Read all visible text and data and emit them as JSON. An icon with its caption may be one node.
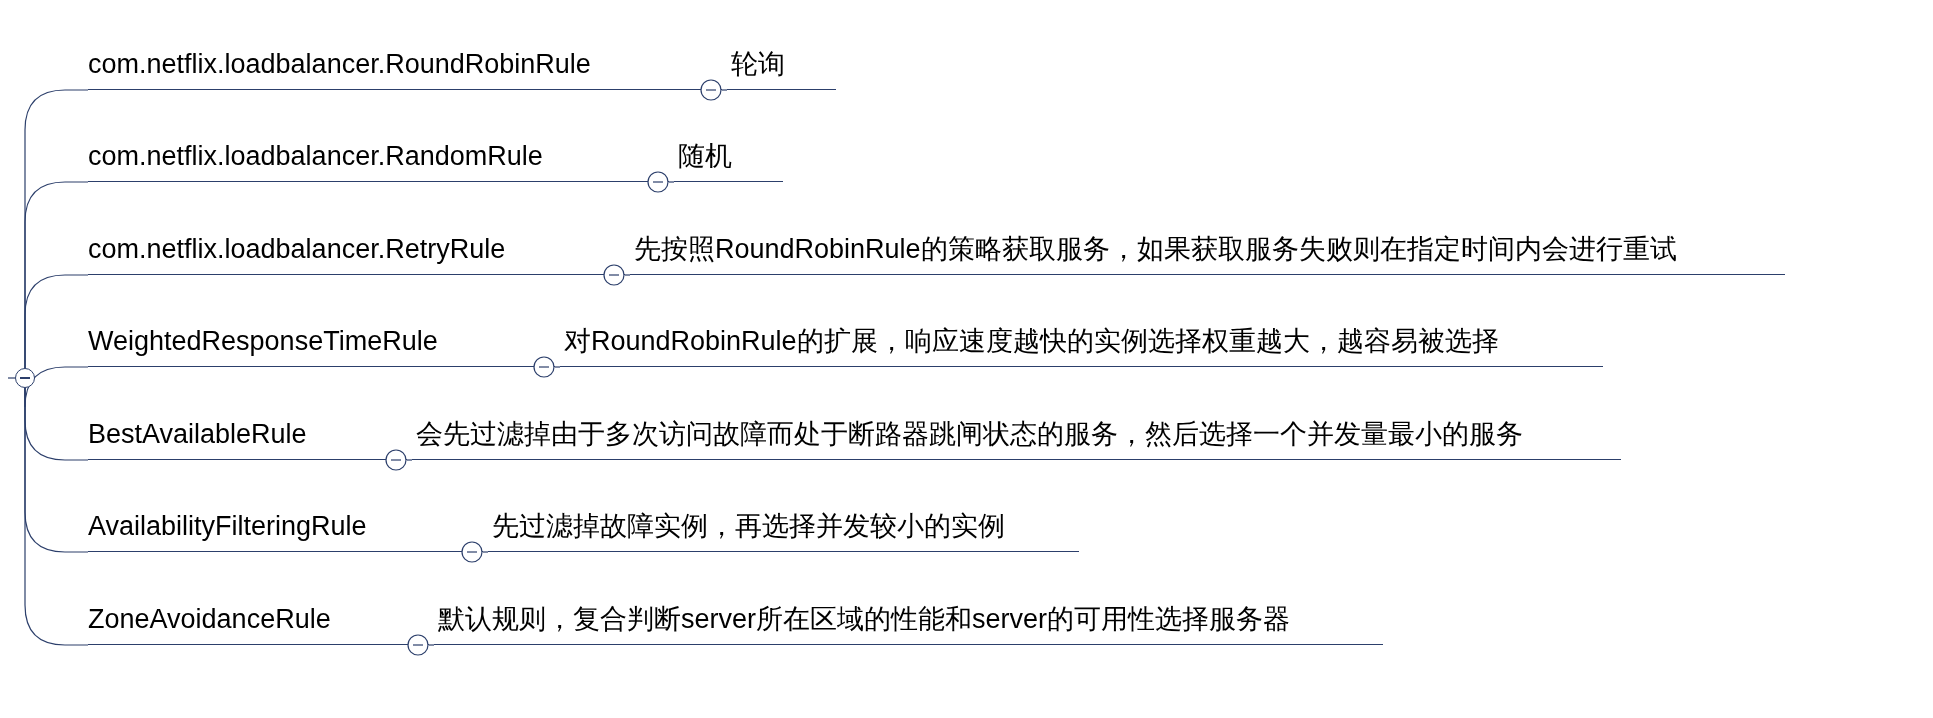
{
  "diagram": {
    "nodes": [
      {
        "text": [],
        "shape": "circle"
      },
      {
        "text": [
          "com.netflix.loadbalancer.RoundRobinRule"
        ]
      },
      {
        "text": [
          "轮询"
        ]
      },
      {
        "text": [
          "com.netflix.loadbalancer.RandomRule"
        ]
      },
      {
        "text": [
          "随机"
        ]
      },
      {
        "text": [
          "com.netflix.loadbalancer.RetryRule"
        ]
      },
      {
        "text": [
          "先按照RoundRobinRule的策略获取服务，如果获取服务失败则在指定时间内会进行重试"
        ]
      },
      {
        "text": [
          "WeightedResponseTimeRule"
        ]
      },
      {
        "text": [
          "对RoundRobinRule的扩展，响应速度越快的实例选择权重越大，越容易被选择"
        ]
      },
      {
        "text": [
          "BestAvailableRule"
        ]
      },
      {
        "text": [
          "会先过滤掉由于多次访问故障而处于断路器跳闸状态的服务，然后选择一个并发量最小的服务"
        ]
      },
      {
        "text": [
          "AvailabilityFilteringRule"
        ]
      },
      {
        "text": [
          "先过滤掉故障实例，再选择并发较小的实例"
        ]
      },
      {
        "text": [
          "ZoneAvoidanceRule"
        ]
      },
      {
        "text": [
          "默认规则，复合判断server所在区域的性能和server的可用性选择服务器"
        ]
      }
    ],
    "edges": [
      {
        "from": 0,
        "to": 1,
        "arrow": "none"
      },
      {
        "from": 1,
        "to": 2,
        "arrow": "none"
      },
      {
        "from": 0,
        "to": 3,
        "arrow": "none"
      },
      {
        "from": 3,
        "to": 4,
        "arrow": "none"
      },
      {
        "from": 0,
        "to": 5,
        "arrow": "none"
      },
      {
        "from": 5,
        "to": 6,
        "arrow": "none"
      },
      {
        "from": 0,
        "to": 7,
        "arrow": "none"
      },
      {
        "from": 7,
        "to": 8,
        "arrow": "none"
      },
      {
        "from": 0,
        "to": 9,
        "arrow": "none"
      },
      {
        "from": 9,
        "to": 10,
        "arrow": "none"
      },
      {
        "from": 0,
        "to": 11,
        "arrow": "none"
      },
      {
        "from": 11,
        "to": 12,
        "arrow": "none"
      },
      {
        "from": 0,
        "to": 13,
        "arrow": "none"
      },
      {
        "from": 13,
        "to": 14,
        "arrow": "none"
      }
    ]
  }
}
